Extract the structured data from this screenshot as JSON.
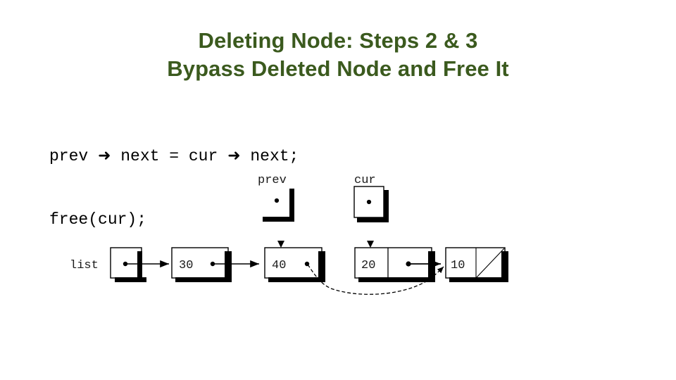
{
  "slide": {
    "background_color": "#ffffff",
    "title": {
      "color": "#3b5a1e",
      "line1": "Deleting Node: Steps 2 & 3",
      "line2": "Bypass Deleted Node and Free It"
    },
    "code": {
      "color": "#000000",
      "line1_part1": "prev ",
      "line1_arrow": "➜",
      "line1_part2": " next = cur ",
      "line1_arrow2": "➜",
      "line1_part3": " next;",
      "line2": "free(cur);"
    },
    "diagram": {
      "title": "Singly linked list node bypass and free",
      "stroke_color": "#000000",
      "shadow_color": "#000000",
      "head_label": "list",
      "pointer_boxes": [
        {
          "label": "prev",
          "points_to": "40"
        },
        {
          "label": "cur",
          "points_to": "20"
        }
      ],
      "nodes": [
        {
          "value": "30",
          "next": "40",
          "null_next": false
        },
        {
          "value": "40",
          "next": "10",
          "null_next": false,
          "marker": "prev"
        },
        {
          "value": "20",
          "next": "10",
          "null_next": false,
          "marker": "cur"
        },
        {
          "value": "10",
          "next": "",
          "null_next": true
        }
      ],
      "bypass_arrow": {
        "style": "dashed-curve",
        "from": "40",
        "to": "10"
      }
    }
  }
}
